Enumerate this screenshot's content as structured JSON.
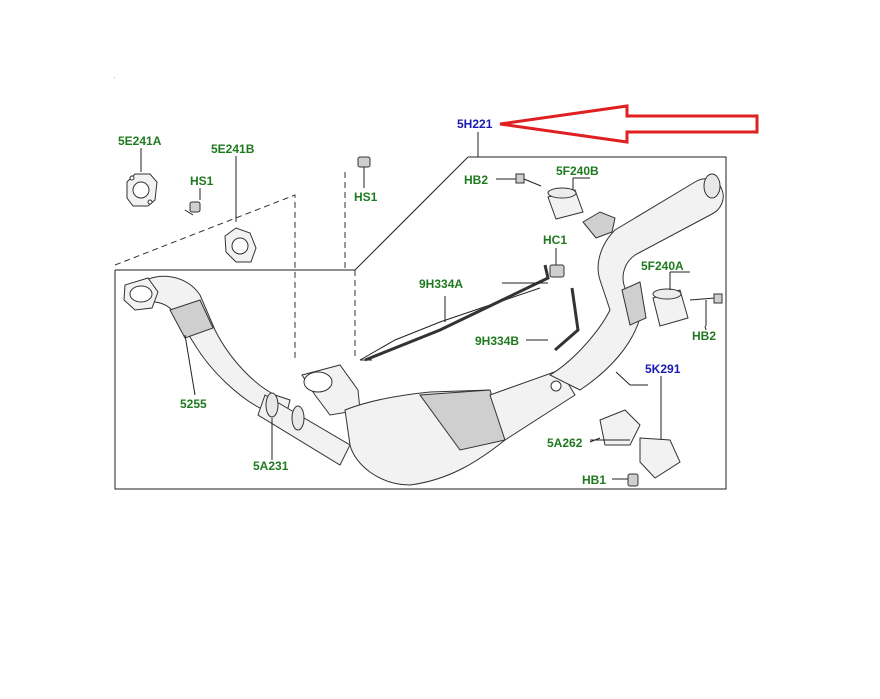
{
  "diagram": {
    "labels": {
      "5H221": "5H221",
      "5E241A": "5E241A",
      "5E241B": "5E241B",
      "HS1_left": "HS1",
      "HS1_right": "HS1",
      "HB2_top": "HB2",
      "5F240B": "5F240B",
      "HC1": "HC1",
      "9H334A": "9H334A",
      "5F240A": "5F240A",
      "HB2_right": "HB2",
      "9H334B": "9H334B",
      "5K291": "5K291",
      "5255": "5255",
      "5A262": "5A262",
      "5A231": "5A231",
      "HB1": "HB1"
    },
    "colors": {
      "part_label": "#1f7a1f",
      "highlight_label": "#1a1ab0",
      "arrow": "#e02020"
    }
  }
}
